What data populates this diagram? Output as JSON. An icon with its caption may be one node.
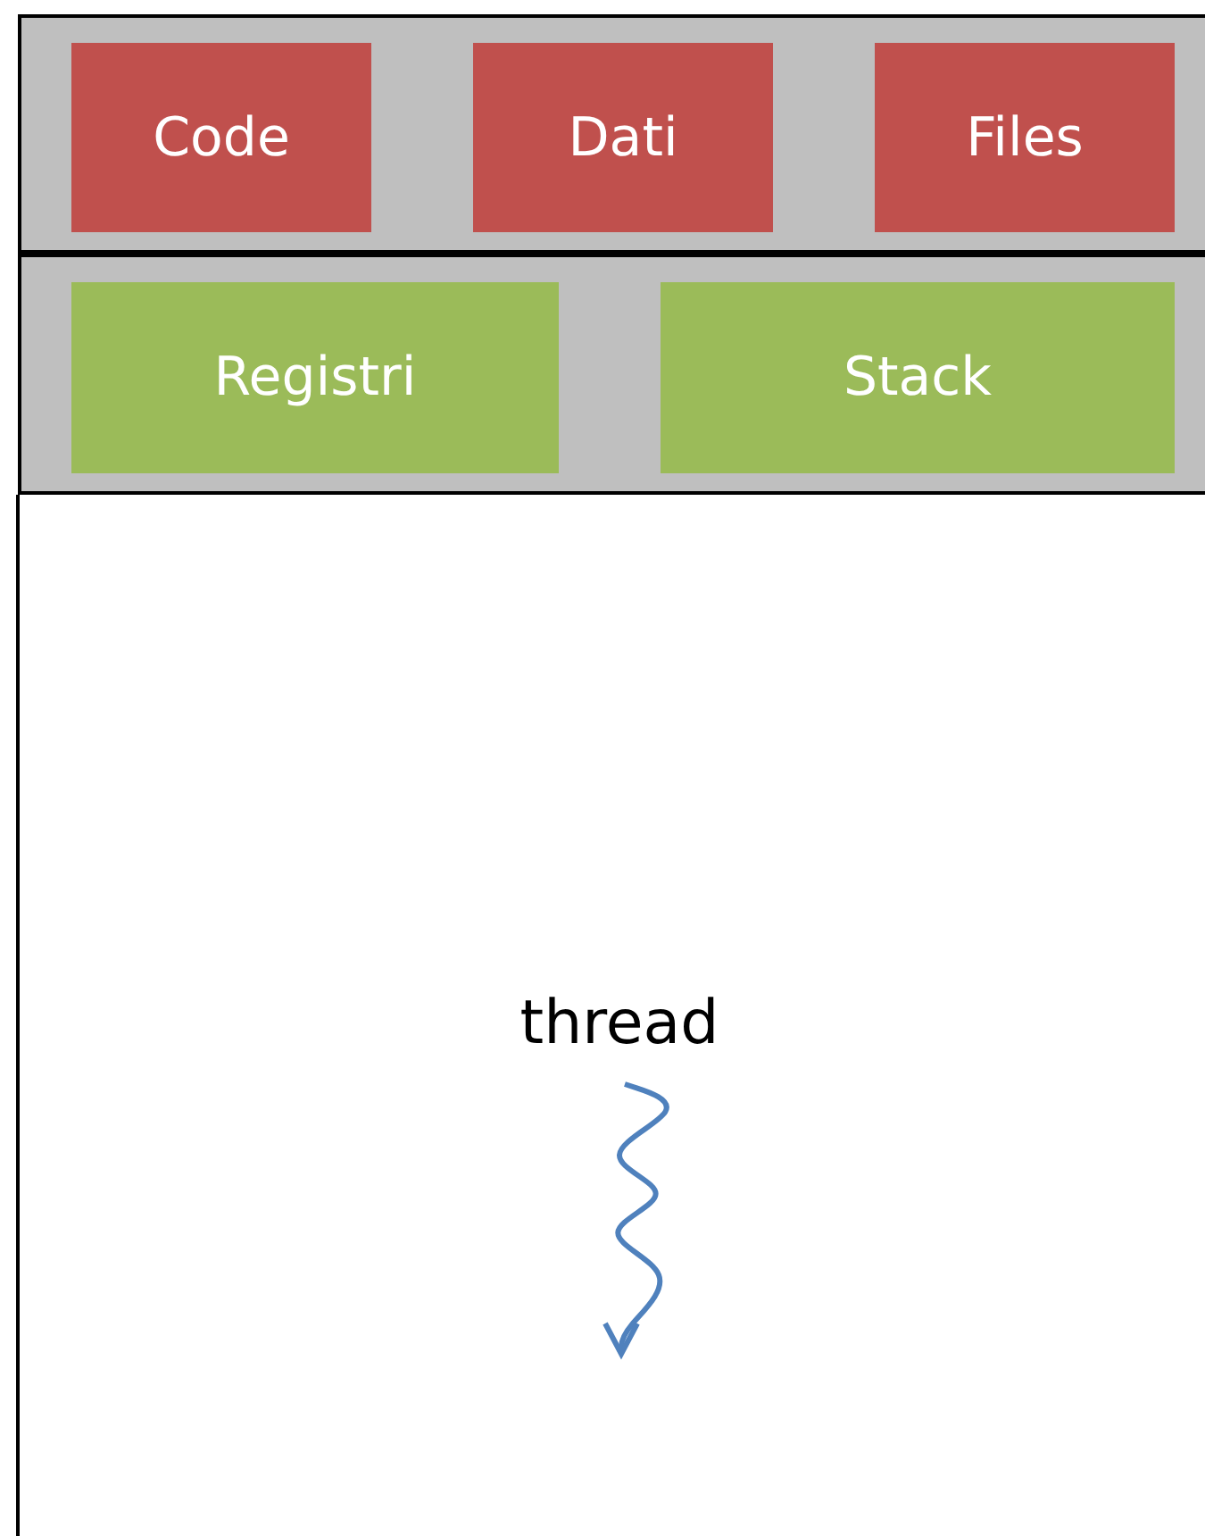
{
  "diagram": {
    "nodes": [
      {
        "text": [],
        "shape": "box"
      },
      {
        "text": [
          "Code"
        ],
        "in": 0
      },
      {
        "text": [
          "Dati"
        ],
        "in": 0
      },
      {
        "text": [
          "Files"
        ],
        "in": 0
      },
      {
        "text": [],
        "shape": "box"
      },
      {
        "text": [
          "Registri"
        ],
        "in": 4
      },
      {
        "text": [
          "Stack"
        ],
        "in": 4
      }
    ],
    "labels": [
      "thread"
    ]
  }
}
